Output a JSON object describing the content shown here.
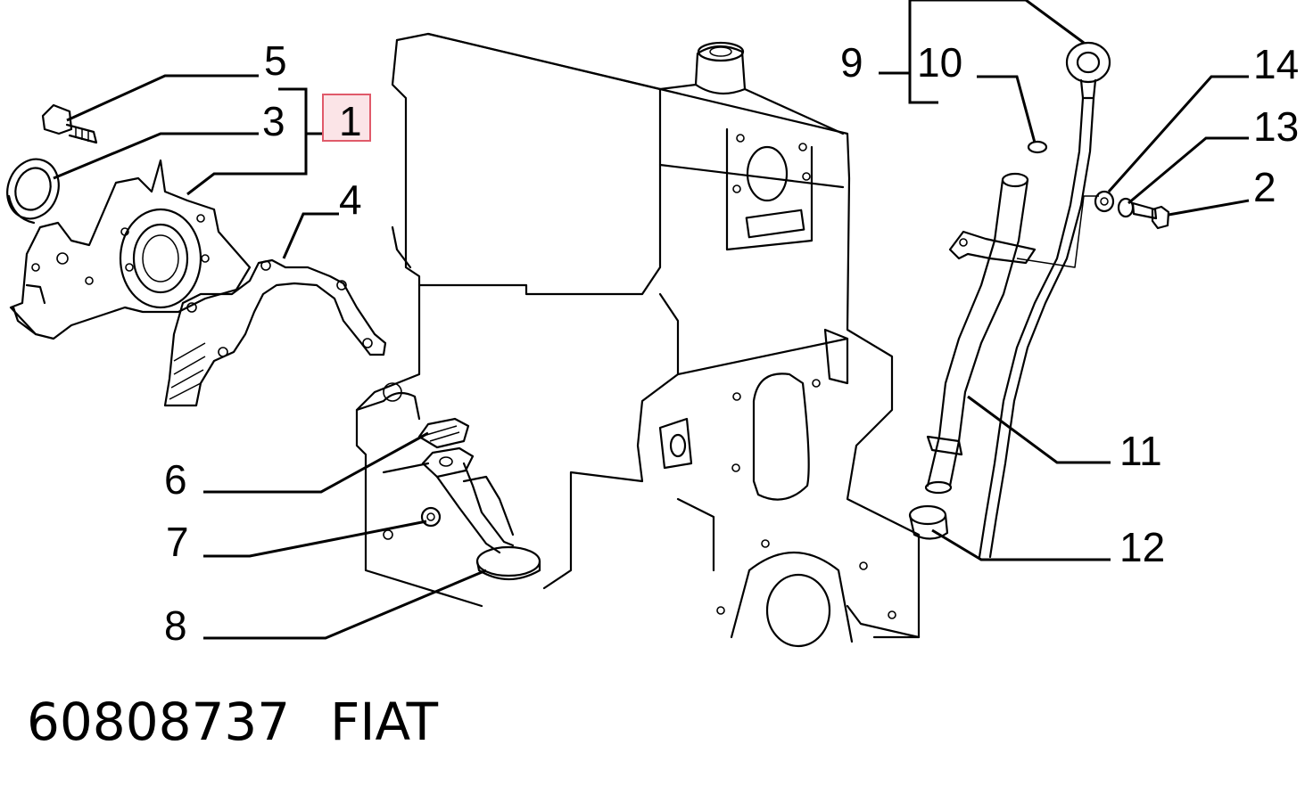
{
  "diagram": {
    "callouts": {
      "c1": "1",
      "c2": "2",
      "c3": "3",
      "c4": "4",
      "c5": "5",
      "c6": "6",
      "c7": "7",
      "c8": "8",
      "c9": "9",
      "c10": "10",
      "c11": "11",
      "c12": "12",
      "c13": "13",
      "c14": "14"
    },
    "highlight": {
      "callout": "1",
      "border_color": "#e05a6a",
      "fill_color": "#fbe4e7"
    },
    "caption": {
      "part_number": "60808737",
      "brand": "FIAT"
    }
  }
}
